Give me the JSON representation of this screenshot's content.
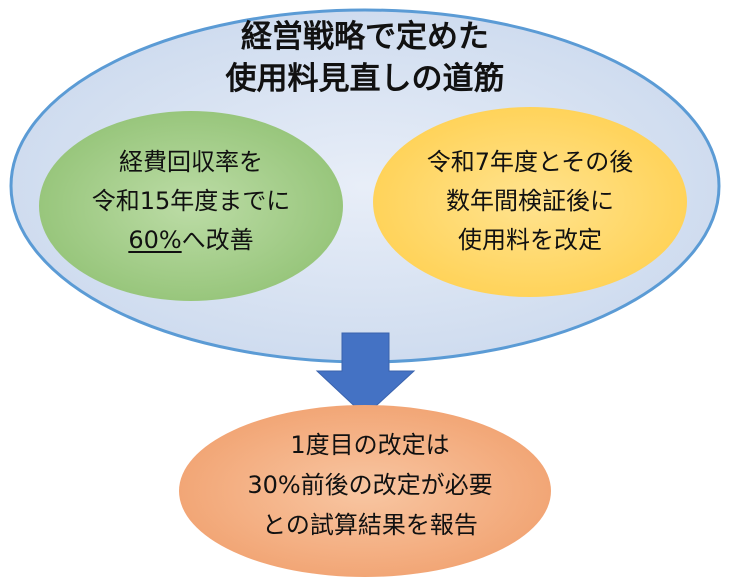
{
  "title": {
    "line1": "経営戦略で定めた",
    "line2": "使用料見直しの道筋"
  },
  "green_box": {
    "line1": "経費回収率を",
    "line2": "令和15年度までに",
    "line3_underlined": "60%",
    "line3_rest": "へ改善"
  },
  "orange_box": {
    "line1": "令和7年度とその後",
    "line2": "数年間検証後に",
    "line3": "使用料を改定"
  },
  "bottom_box": {
    "line1": "1度目の改定は",
    "line2": "30%前後の改定が必要",
    "line3": "との試算結果を報告"
  },
  "colors": {
    "outer_fill": "#dae3f3",
    "outer_stroke": "#5b9bd5",
    "green_fill": "#a9d18e",
    "orange_fill": "#ffd966",
    "bottom_fill": "#f4b183",
    "arrow_fill": "#4472c4"
  }
}
